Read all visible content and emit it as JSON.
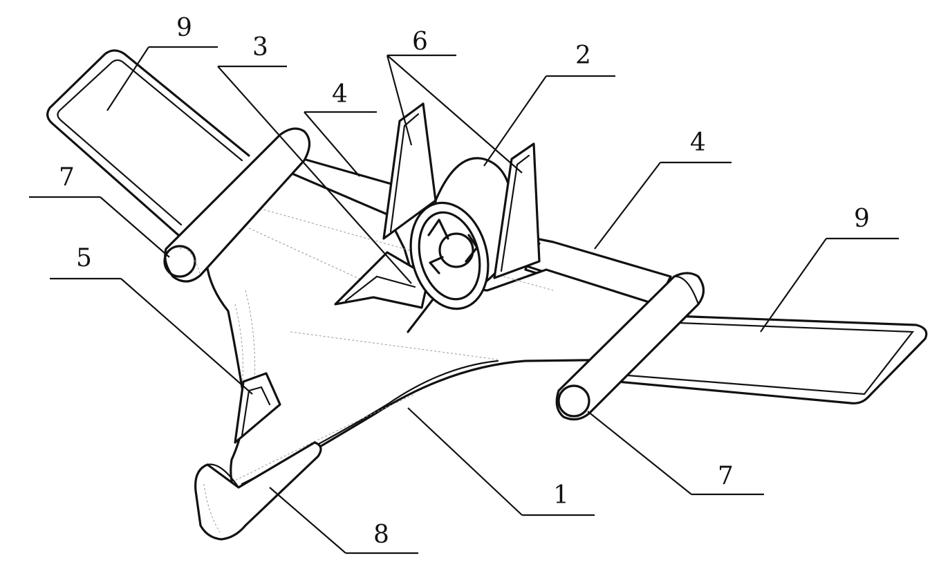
{
  "callouts": [
    {
      "id": "c9a",
      "text": "9"
    },
    {
      "id": "c3",
      "text": "3"
    },
    {
      "id": "c6",
      "text": "6"
    },
    {
      "id": "c2",
      "text": "2"
    },
    {
      "id": "c4a",
      "text": "4"
    },
    {
      "id": "c4b",
      "text": "4"
    },
    {
      "id": "c7a",
      "text": "7"
    },
    {
      "id": "c5",
      "text": "5"
    },
    {
      "id": "c9b",
      "text": "9"
    },
    {
      "id": "c7b",
      "text": "7"
    },
    {
      "id": "c1",
      "text": "1"
    },
    {
      "id": "c8",
      "text": "8"
    }
  ]
}
